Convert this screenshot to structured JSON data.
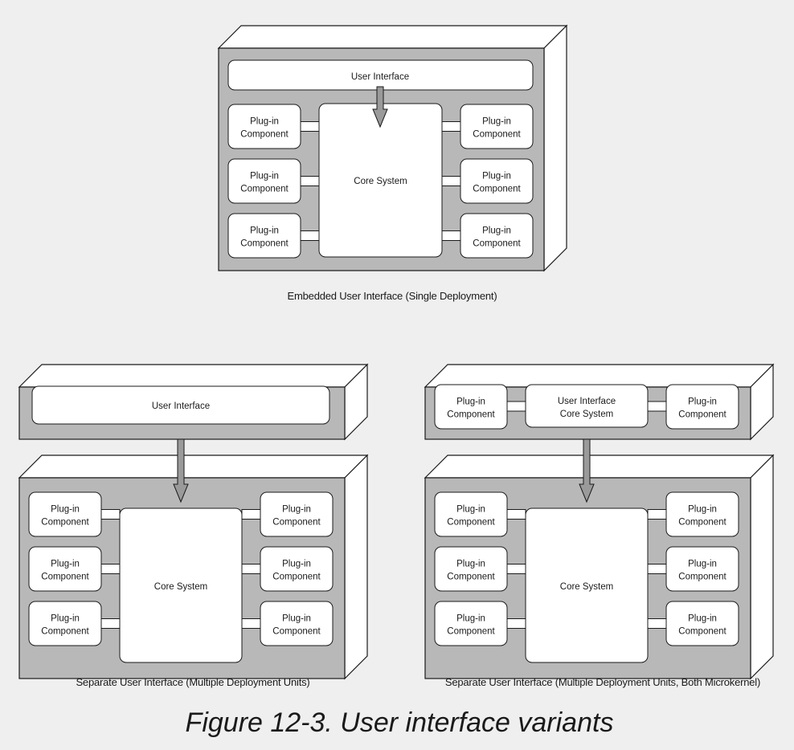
{
  "plugin": {
    "line1": "Plug-in",
    "line2": "Component"
  },
  "core_label": "Core System",
  "ui_label": "User Interface",
  "ui_core": {
    "line1": "User Interface",
    "line2": "Core System"
  },
  "captions": {
    "top": "Embedded User Interface (Single Deployment)",
    "left": "Separate User Interface (Multiple Deployment Units)",
    "right": "Separate User Interface (Multiple Deployment Units, Both Microkernel)"
  },
  "figure_caption": "Figure 12-3. User interface variants"
}
